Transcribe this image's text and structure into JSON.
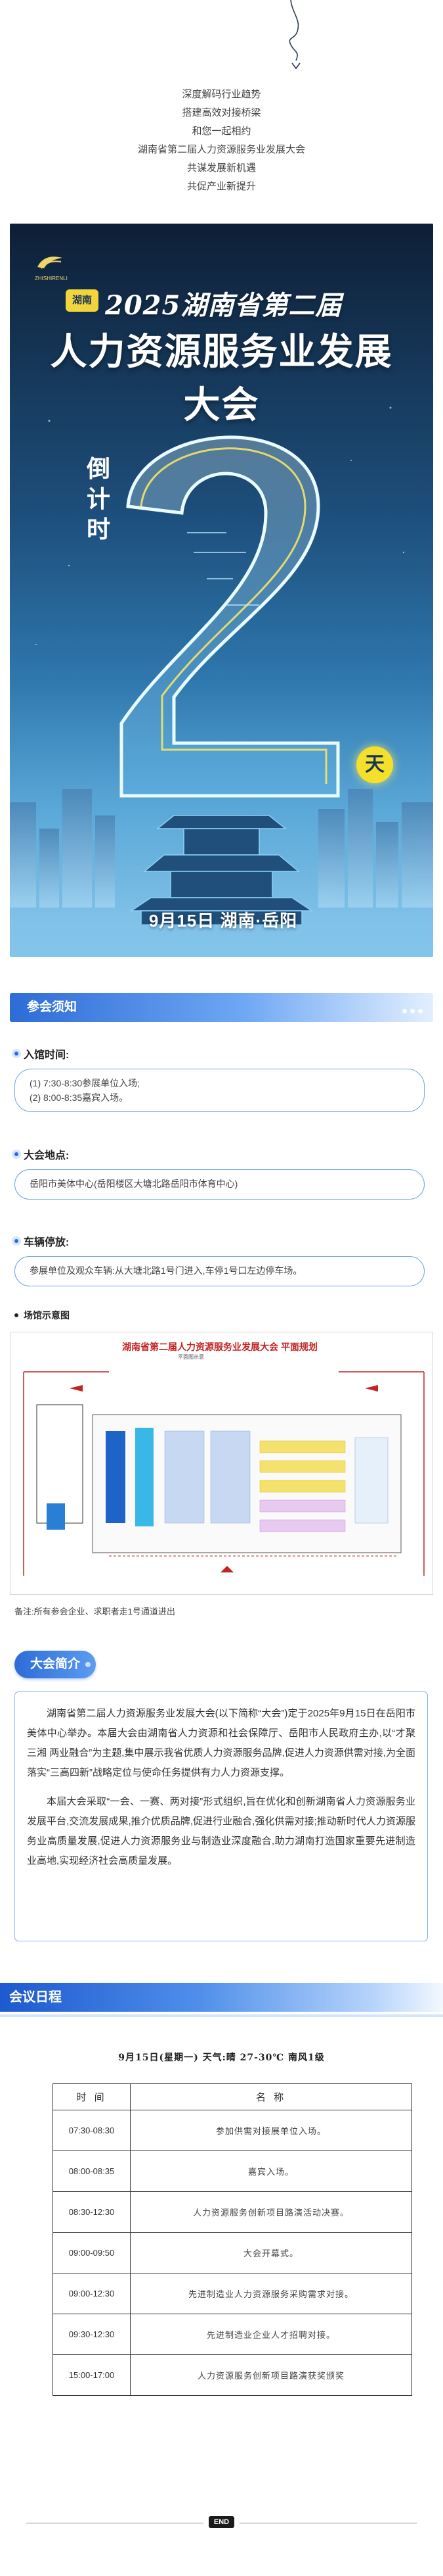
{
  "intro": {
    "lines": [
      "深度解码行业趋势",
      "搭建高效对接桥梁",
      "和您一起相约",
      "湖南省第二届人力资源服务业发展大会",
      "共谋发展新机遇",
      "共促产业新提升"
    ]
  },
  "poster": {
    "logo_text": "ZHISHIRENLI",
    "badge": "湖南",
    "title_line1": "2025湖南省第二届",
    "title_line2": "人力资源服务业发展大会",
    "countdown": "倒计时",
    "number": "2",
    "day": "天",
    "date_place": "9月15日  湖南·岳阳"
  },
  "notice": {
    "header": "参会须知",
    "checkin_label": "入馆时间:",
    "checkin_lines": [
      "(1) 7:30-8:30参展单位入场;",
      "(2) 8:00-8:35嘉宾入场。"
    ],
    "venue_label": "大会地点:",
    "venue_text": "岳阳市美体中心(岳阳楼区大塘北路岳阳市体育中心)",
    "parking_label": "车辆停放:",
    "parking_text": "参展单位及观众车辆:从大塘北路1号门进入,车停1号口左边停车场。",
    "map_label": "场馆示意图",
    "map_title": "湖南省第二届人力资源服务业发展大会  平面规划",
    "map_sub": "平面图示意",
    "note": "备注:所有参会企业、求职者走1号通道进出"
  },
  "overview": {
    "header": "大会简介",
    "para1": "湖南省第二届人力资源服务业发展大会(以下简称“大会”)定于2025年9月15日在岳阳市美体中心举办。本届大会由湖南省人力资源和社会保障厅、岳阳市人民政府主办,以“才聚三湘 两业融合”为主题,集中展示我省优质人力资源服务品牌,促进人力资源供需对接,为全面落实“三高四新”战略定位与使命任务提供有力人力资源支撑。",
    "para2": "本届大会采取“一会、一赛、两对接”形式组织,旨在优化和创新湖南省人力资源服务业发展平台,交流发展成果,推介优质品牌,促进行业融合,强化供需对接;推动新时代人力资源服务业高质量发展,促进人力资源服务业与制造业深度融合,助力湖南打造国家重要先进制造业高地,实现经济社会高质量发展。"
  },
  "agenda": {
    "header": "会议日程",
    "subtitle": "9月15日(星期一)  天气:晴  27-30℃  南风1级",
    "col_time": "时 间",
    "col_name": "名 称",
    "rows": [
      {
        "time": "07:30-08:30",
        "name": "参加供需对接展单位入场。"
      },
      {
        "time": "08:00-08:35",
        "name": "嘉宾入场。"
      },
      {
        "time": "08:30-12:30",
        "name": "人力资源服务创新项目路演活动决赛。"
      },
      {
        "time": "09:00-09:50",
        "name": "大会开幕式。"
      },
      {
        "time": "09:00-12:30",
        "name": "先进制造业人力资源服务采购需求对接。"
      },
      {
        "time": "09:30-12:30",
        "name": "先进制造业企业人才招聘对接。"
      },
      {
        "time": "15:00-17:00",
        "name": "人力资源服务创新项目路演获奖颁奖"
      }
    ]
  },
  "end": "END"
}
